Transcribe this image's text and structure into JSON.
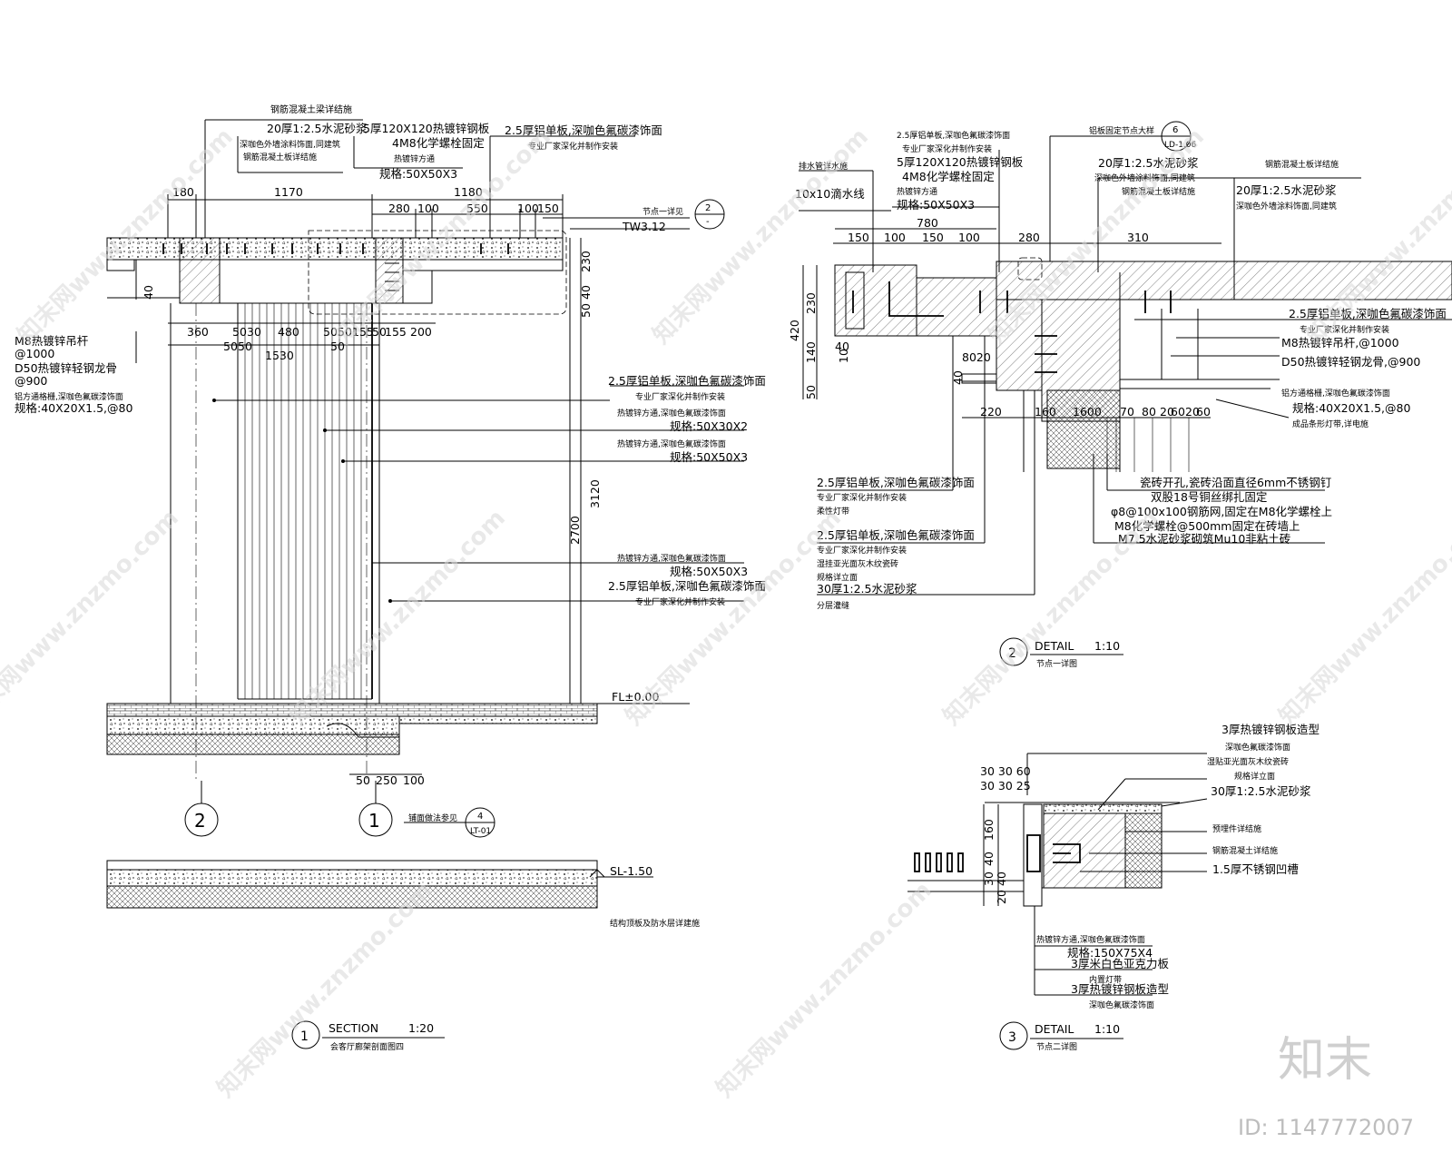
{
  "section1": {
    "top_note": "钢筋混凝土梁详结施",
    "note_a1": "20厚1:2.5水泥砂浆",
    "note_a2": "深咖色外墙涂料饰面,同建筑",
    "note_a3": "钢筋混凝土板详结施",
    "note_b1": "5厚120X120热镀锌钢板",
    "note_b2": "4M8化学螺栓固定",
    "note_b3": "热镀锌方通",
    "note_b4": "规格:50X50X3",
    "note_c1": "2.5厚铝单板,深咖色氟碳漆饰面",
    "note_c2": "专业厂家深化并制作安装",
    "dims_top": [
      "180",
      "1170",
      "1180"
    ],
    "dims_row2": [
      "280",
      "100",
      "550",
      "100",
      "150"
    ],
    "detail_ref": "节点一详见",
    "ref_num": "2",
    "ref_sheet": "-",
    "tw": "TW3.12",
    "dims_mid": [
      "360",
      "50",
      "30",
      "480",
      "50",
      "50",
      "155",
      "50",
      "155",
      "200"
    ],
    "dims_mid2": [
      "50",
      "50",
      "1530",
      "50"
    ],
    "vert_dims": [
      "230",
      "40",
      "50",
      "3120",
      "2700"
    ],
    "left_40": "40",
    "left_notes": [
      "M8热镀锌吊杆",
      "@1000",
      "D50热镀锌轻钢龙骨",
      "@900",
      "铝方通格栅,深咖色氟碳漆饰面",
      "规格:40X20X1.5,@80"
    ],
    "r_notes": [
      "2.5厚铝单板,深咖色氟碳漆饰面",
      "专业厂家深化并制作安装",
      "热镀锌方通,深咖色氟碳漆饰面",
      "规格:50X30X2",
      "热镀锌方通,深咖色氟碳漆饰面",
      "规格:50X50X3"
    ],
    "r_notes2": [
      "热镀锌方通,深咖色氟碳漆饰面",
      "规格:50X50X3",
      "2.5厚铝单板,深咖色氟碳漆饰面",
      "专业厂家深化并制作安装"
    ],
    "fl": "FL±0.00",
    "bottom_dims": [
      "50",
      "250",
      "100"
    ],
    "grid_2": "2",
    "grid_1": "1",
    "paving_note": "铺面做法参见",
    "paving_ref": "4",
    "paving_sheet": "LT-01",
    "sl": "SL-1.50",
    "slab_note": "结构顶板及防水层详建施",
    "title_num": "1",
    "title": "SECTION",
    "scale": "1:20",
    "subtitle": "会客厅廊架剖面图四"
  },
  "detail2": {
    "n1": "2.5厚铝单板,深咖色氟碳漆饰面",
    "n2": "专业厂家深化并制作安装",
    "n3": "5厚120X120热镀锌钢板",
    "n4": "4M8化学螺栓固定",
    "n5": "热镀锌方通",
    "n6": "规格:50X50X3",
    "n_left1": "排水管详水施",
    "n_left2": "10x10滴水线",
    "ref_note": "铝板固定节点大样",
    "ref_num": "6",
    "ref_sheet": "LD-1.06",
    "n7": "20厚1:2.5水泥砂浆",
    "n8": "深咖色外墙涂料饰面,同建筑",
    "n9": "钢筋混凝土板详结施",
    "n10": "钢筋混凝土板详结施",
    "n11": "20厚1:2.5水泥砂浆",
    "n12": "深咖色外墙涂料饰面,同建筑",
    "dim780": "780",
    "dims_row": [
      "150",
      "100",
      "150",
      "100",
      "280",
      "310"
    ],
    "vdims": [
      "420",
      "230",
      "140",
      "50",
      "40",
      "10"
    ],
    "d8020": "8020",
    "d40": "40",
    "bottom_dims": [
      "220",
      "160",
      "1600",
      "70",
      "80",
      "20",
      "60",
      "20",
      "60"
    ],
    "rn": [
      "2.5厚铝单板,深咖色氟碳漆饰面",
      "专业厂家深化并制作安装",
      "M8热镀锌吊杆,@1000",
      "D50热镀锌轻钢龙骨,@900",
      "铝方通格栅,深咖色氟碳漆饰面",
      "规格:40X20X1.5,@80",
      "成品条形灯带,详电施"
    ],
    "ln": [
      "2.5厚铝单板,深咖色氟碳漆饰面",
      "专业厂家深化并制作安装",
      "柔性灯带",
      "2.5厚铝单板,深咖色氟碳漆饰面",
      "专业厂家深化并制作安装",
      "湿挂亚光面灰木纹瓷砖",
      "规格详立面",
      "30厚1:2.5水泥砂浆",
      "分层灌缝"
    ],
    "cn": [
      "瓷砖开孔,瓷砖沿面直径6mm不锈钢钉",
      "双股18号铜丝绑扎固定",
      "φ8@100x100钢筋网,固定在M8化学螺栓上",
      "M8化学螺栓@500mm固定在砖墙上",
      "M7.5水泥砂浆砌筑Mu10非粘土砖"
    ],
    "title_num": "2",
    "title": "DETAIL",
    "scale": "1:10",
    "subtitle": "节点一详图"
  },
  "detail3": {
    "n": [
      "3厚热镀锌钢板造型",
      "深咖色氟碳漆饰面",
      "湿贴亚光面灰木纹瓷砖",
      "规格详立面",
      "30厚1:2.5水泥砂浆",
      "预埋件详结施",
      "钢筋混凝土详结施",
      "1.5厚不锈钢凹槽"
    ],
    "dims_top1": "30 30 60",
    "dims_top2": "30 30 25",
    "vdims": [
      "160",
      "40",
      "30",
      "40",
      "20"
    ],
    "bn": [
      "热镀锌方通,深咖色氟碳漆饰面",
      "规格:150X75X4",
      "3厚米白色亚克力板",
      "内置灯带",
      "3厚热镀锌钢板造型",
      "深咖色氟碳漆饰面"
    ],
    "title_num": "3",
    "title": "DETAIL",
    "scale": "1:10",
    "subtitle": "节点二详图"
  },
  "watermarks": [
    "知末网www.znzmo.com",
    "知末网www.znzmo.com",
    "知末网www.znzmo.com",
    "知末网www.znzmo.com",
    "知末网www.znzmo.com",
    "知末网www.znzmo.com",
    "知末网www.znzmo.com",
    "知末网www.znzmo.com",
    "知末网www.znzmo.com",
    "知末网www.znzmo.com",
    "知末网www.znzmo.com",
    "知末网www.znzmo.com"
  ],
  "brand": "知末",
  "id_text": "ID: 1147772007"
}
